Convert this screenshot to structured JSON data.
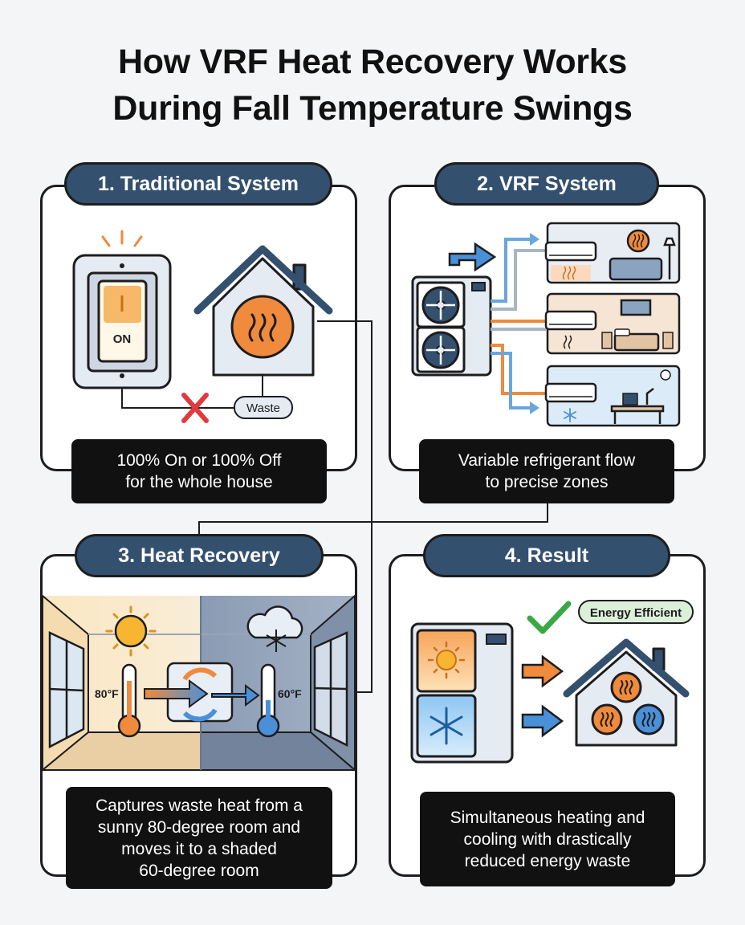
{
  "title": {
    "line1": "How VRF Heat Recovery Works",
    "line2": "During Fall Temperature Swings"
  },
  "panels": [
    {
      "heading": "1. Traditional System",
      "caption": [
        "100% On or 100% Off",
        "for the whole house"
      ],
      "switch_label": "ON",
      "waste_label": "Waste"
    },
    {
      "heading": "2. VRF System",
      "caption": [
        "Variable refrigerant flow",
        "to precise zones"
      ]
    },
    {
      "heading": "3. Heat Recovery",
      "caption": [
        "Captures waste heat from a",
        "sunny 80-degree room and",
        "moves it to a shaded",
        "60-degree room"
      ],
      "warm_temp": "80°F",
      "cool_temp": "60°F"
    },
    {
      "heading": "4. Result",
      "caption": [
        "Simultaneous heating and",
        "cooling with drastically",
        "reduced energy waste"
      ],
      "badge": "Energy Efficient"
    }
  ],
  "colors": {
    "heading_bg": "#34506f",
    "warm": "#f08a3c",
    "cool": "#4a90d9",
    "success": "#3aa845",
    "waste_x": "#e0393e"
  }
}
